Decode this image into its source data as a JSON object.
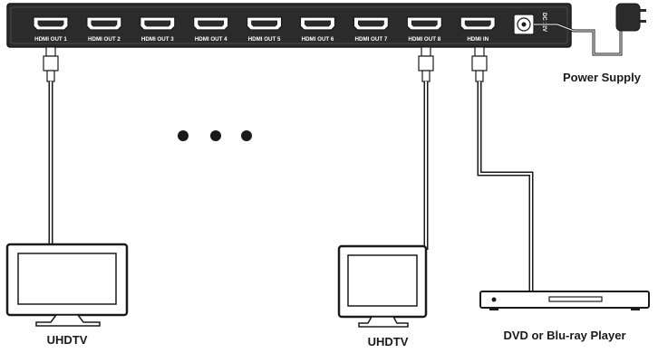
{
  "splitter": {
    "ports": [
      {
        "label": "HDMI OUT 1"
      },
      {
        "label": "HDMI OUT 2"
      },
      {
        "label": "HDMI OUT 3"
      },
      {
        "label": "HDMI OUT 4"
      },
      {
        "label": "HDMI OUT 5"
      },
      {
        "label": "HDMI OUT 6"
      },
      {
        "label": "HDMI OUT 7"
      },
      {
        "label": "HDMI OUT 8"
      },
      {
        "label": "HDMI IN"
      }
    ],
    "dc_label": "DC 12V"
  },
  "captions": {
    "power_supply": "Power Supply",
    "tv_left": "UHDTV",
    "tv_right": "UHDTV",
    "player": "DVD or Blu-ray Player"
  },
  "colors": {
    "device_body": "#2b2b2b",
    "outline": "#1a1a1a",
    "cable": "#555555"
  }
}
